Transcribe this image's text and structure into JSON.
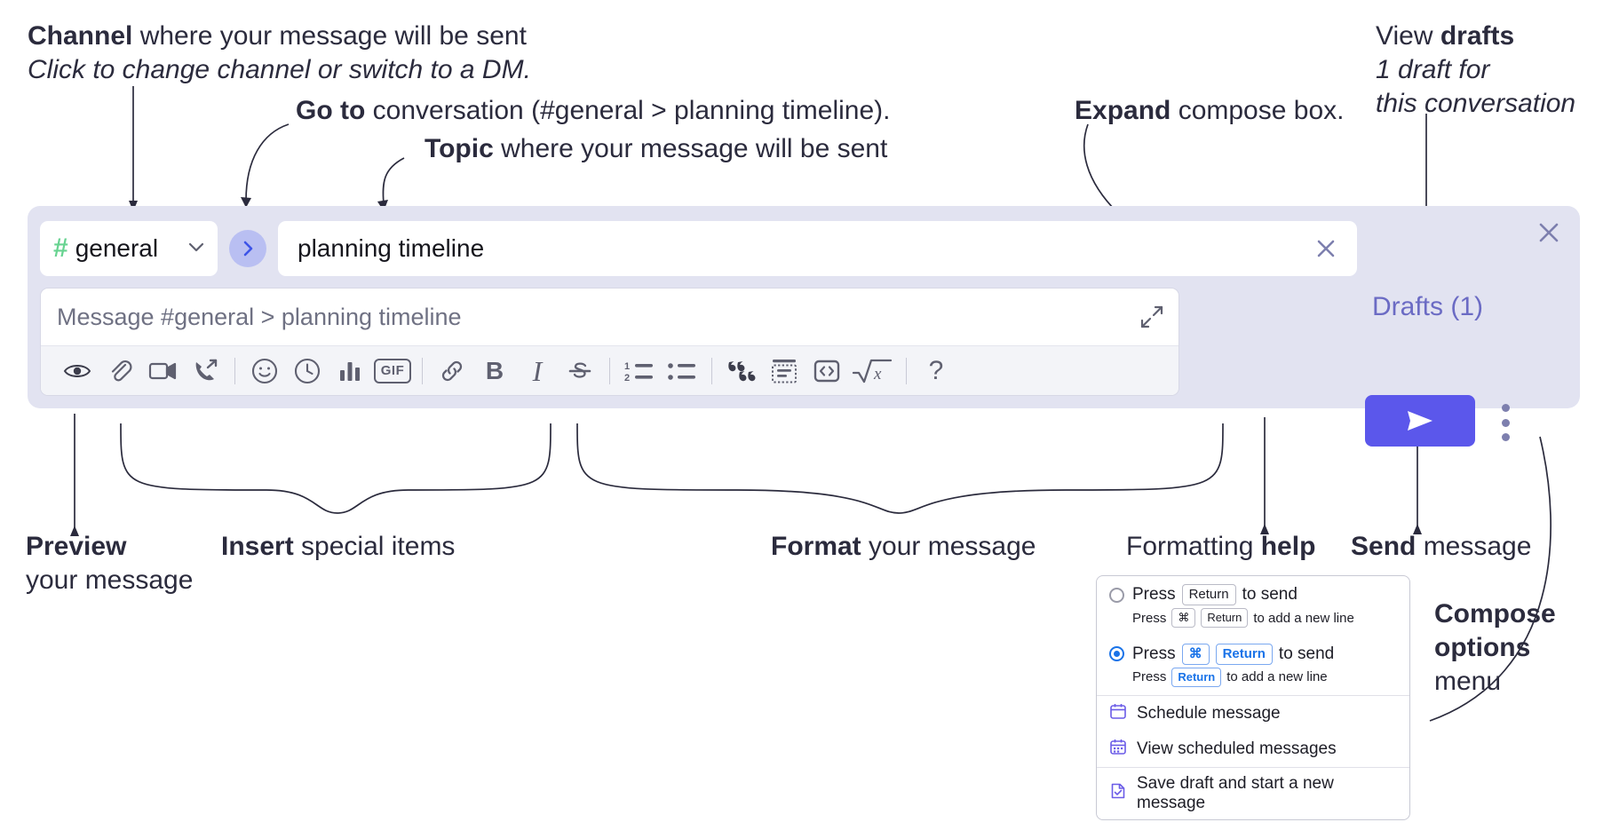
{
  "annotations": {
    "channel": {
      "bold": "Channel",
      "rest": " where your message will be sent",
      "italic": "Click to change channel or switch to a DM."
    },
    "goto": {
      "bold": "Go to",
      "rest": " conversation (#general > planning timeline)."
    },
    "topic": {
      "bold": "Topic",
      "rest": " where your message will be sent"
    },
    "expand": {
      "bold": "Expand",
      "rest": " compose box."
    },
    "drafts": {
      "prefix": "View ",
      "bold": "drafts",
      "line2": "1 draft for",
      "line3": "this conversation"
    },
    "preview": {
      "bold": "Preview",
      "line2": "your message"
    },
    "insert": {
      "bold": "Insert",
      "rest": " special items"
    },
    "format": {
      "bold": "Format",
      "rest": " your message"
    },
    "help": {
      "prefix": "Formatting ",
      "bold": "help"
    },
    "send": {
      "bold": "Send",
      "rest": " message"
    },
    "compose_options": {
      "bold1": "Compose",
      "bold2": "options",
      "rest": "menu"
    }
  },
  "compose": {
    "channel_name": "general",
    "hash_symbol": "#",
    "topic_value": "planning timeline",
    "message_placeholder": "Message #general > planning timeline",
    "drafts_label": "Drafts (1)",
    "toolbar": [
      {
        "name": "preview-icon",
        "label": ""
      },
      {
        "name": "attachment-icon",
        "label": ""
      },
      {
        "name": "video-icon",
        "label": ""
      },
      {
        "name": "audio-clip-icon",
        "label": ""
      },
      {
        "name": "emoji-icon",
        "label": ""
      },
      {
        "name": "reminder-clock-icon",
        "label": ""
      },
      {
        "name": "poll-icon",
        "label": ""
      },
      {
        "name": "gif-icon",
        "label": "GIF"
      },
      {
        "name": "link-icon",
        "label": ""
      },
      {
        "name": "bold-icon",
        "label": "B"
      },
      {
        "name": "italic-icon",
        "label": "I"
      },
      {
        "name": "strikethrough-icon",
        "label": "S"
      },
      {
        "name": "ordered-list-icon",
        "label": ""
      },
      {
        "name": "bulleted-list-icon",
        "label": ""
      },
      {
        "name": "blockquote-icon",
        "label": "“„"
      },
      {
        "name": "code-block-icon",
        "label": ""
      },
      {
        "name": "inline-code-icon",
        "label": "<>"
      },
      {
        "name": "math-icon",
        "label": "x"
      },
      {
        "name": "formatting-help-icon",
        "label": "?"
      }
    ]
  },
  "options_menu": {
    "option1": {
      "press": "Press",
      "key": "Return",
      "to_send": "to send",
      "sub_press": "Press",
      "sub_key1": "⌘",
      "sub_key2": "Return",
      "sub_rest": "to add a new line",
      "selected": false
    },
    "option2": {
      "press": "Press",
      "key1": "⌘",
      "key2": "Return",
      "to_send": "to send",
      "sub_press": "Press",
      "sub_key": "Return",
      "sub_rest": "to add a new line",
      "selected": true
    },
    "items": [
      {
        "name": "schedule-message",
        "label": "Schedule message",
        "icon": "calendar-icon"
      },
      {
        "name": "view-scheduled-messages",
        "label": "View scheduled messages",
        "icon": "calendar-grid-icon"
      },
      {
        "name": "save-draft",
        "label": "Save draft and start a new message",
        "icon": "draft-check-icon"
      }
    ]
  },
  "colors": {
    "panel_bg": "#e2e3f1",
    "send_button": "#5b57eb",
    "hash_green": "#68d391",
    "goto_circle": "#b9bff2",
    "drafts_text": "#6b6bc4",
    "accent_blue": "#1a73e8"
  }
}
